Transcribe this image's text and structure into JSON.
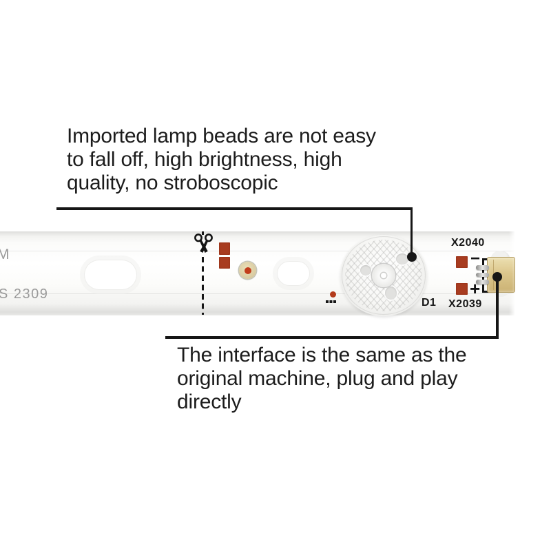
{
  "note_top": {
    "line1": "Imported lamp beads are not easy",
    "line2": "to fall off, high brightness, high",
    "line3": "quality, no stroboscopic"
  },
  "note_bottom": {
    "line1": "The interface is the same as the",
    "line2": "original machine, plug and play",
    "line3": "directly"
  },
  "strip": {
    "edge_marking": "M",
    "batch_marking": "S 2309",
    "led_designator": "D1",
    "connector_label_top": "X2040",
    "connector_label_bottom": "X2039",
    "polarity_minus": "−",
    "polarity_plus": "+"
  },
  "colors": {
    "solder_pad_red": "#a83c20",
    "washer_ring": "#d9cba1",
    "washer_center": "#c23d1b",
    "connector_tan": "#dcc78d",
    "callout_black": "#161616",
    "pcb_white": "#fbfbfa",
    "photo_background": "#ededeb"
  }
}
